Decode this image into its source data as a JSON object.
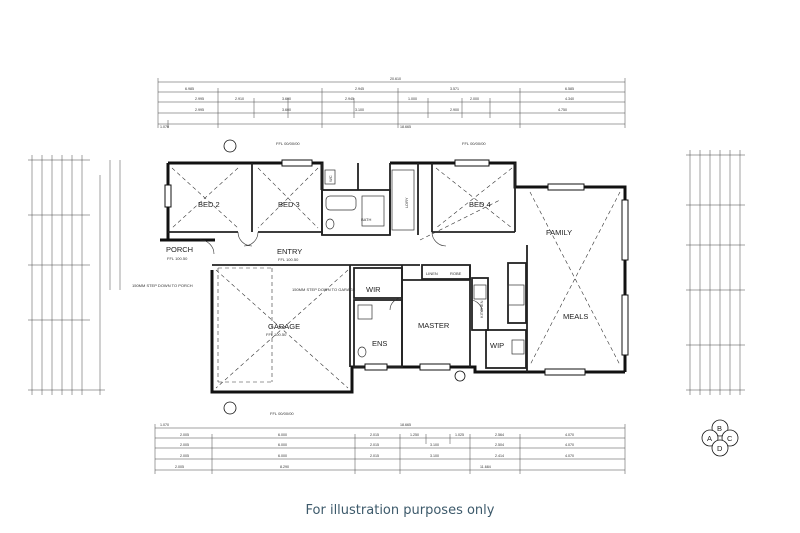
{
  "caption": "For illustration purposes only",
  "rooms": {
    "bed2": "BED 2",
    "bed3": "BED 3",
    "bed4": "BED 4",
    "bath": "BATH",
    "porch": "PORCH",
    "entry": "ENTRY",
    "family": "FAMILY",
    "wir": "WIR",
    "linen": "LINEN",
    "robe": "ROBE",
    "master": "MASTER",
    "kitchen": "KITCHEN",
    "meals": "MEALS",
    "garage": "GARAGE",
    "ens": "ENS",
    "wip": "WIP",
    "wc": "WC",
    "ldry": "LDRY"
  },
  "notes": {
    "ffl_top_left": "FFL 00/00/00",
    "ffl_top_right": "FFL 00/00/00",
    "ffl_bottom": "FFL 00/00/00",
    "porch_ffl": "FFL 100.50",
    "entry_ffl": "FFL 100.50",
    "garage_ffl": "FFL 100.50",
    "step_porch": "150MM STEP DOWN TO PORCH",
    "step_garage": "150MM STEP DOWN TO GARAGE"
  },
  "top_dims": {
    "row1": [
      "20.610"
    ],
    "row2": [
      "6.985",
      "2.945",
      "3.571",
      "6.585"
    ],
    "row3": [
      "2.995",
      "2.910",
      "3.600",
      "2.945",
      "1.000",
      "2.000",
      "4.340"
    ],
    "row4": [
      "2.995",
      "3.600",
      "3.100",
      "2.900",
      "4.750"
    ],
    "row5": [
      "1.070",
      "18.665"
    ]
  },
  "bottom_dims": {
    "row1": [
      "1.070",
      "18.665"
    ],
    "row2": [
      "2.005",
      "6.000",
      "2.015",
      "1.250",
      "1.025",
      "2.564",
      "4.070"
    ],
    "row3": [
      "2.005",
      "6.000",
      "2.015",
      "3.100",
      "2.504",
      "4.070"
    ],
    "row4": [
      "2.005",
      "6.000",
      "2.015",
      "3.100",
      "2.414",
      "4.070"
    ],
    "row5": [
      "2.005",
      "8.290",
      "11.684"
    ]
  },
  "compass": {
    "north": "B",
    "west": "A",
    "east": "C",
    "south": "D"
  }
}
